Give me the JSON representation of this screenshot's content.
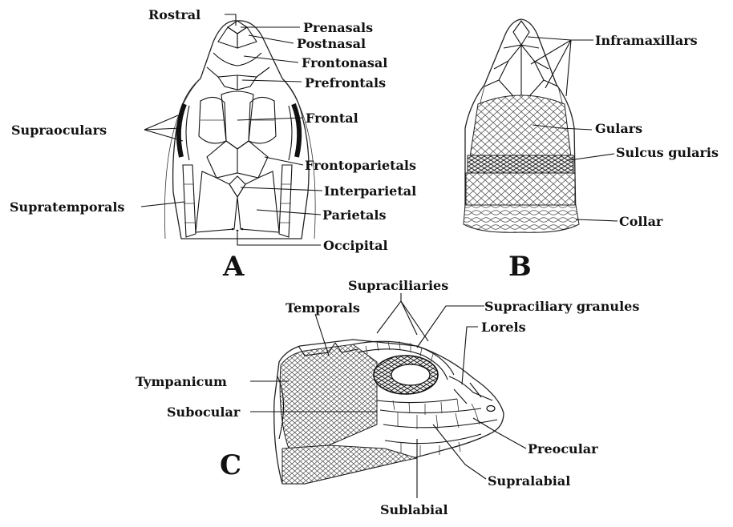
{
  "figure": {
    "panels": {
      "a": "A",
      "b": "B",
      "c": "C"
    },
    "labels_a": {
      "rostral": "Rostral",
      "prenasals": "Prenasals",
      "postnasal": "Postnasal",
      "frontonasal": "Frontonasal",
      "prefrontals": "Prefrontals",
      "frontal": "Frontal",
      "supraoculars": "Supraoculars",
      "frontoparietals": "Frontoparietals",
      "interparietal": "Interparietal",
      "supratemporals": "Supratemporals",
      "parietals": "Parietals",
      "occipital": "Occipital"
    },
    "labels_b": {
      "inframaxillars": "Inframaxillars",
      "gulars": "Gulars",
      "sulcus_gularis": "Sulcus gularis",
      "collar": "Collar"
    },
    "labels_c": {
      "supraciliaries": "Supraciliaries",
      "supraciliary_granules": "Supraciliary granules",
      "temporals": "Temporals",
      "lorels": "Lorels",
      "tympanicum": "Tympanicum",
      "subocular": "Subocular",
      "preocular": "Preocular",
      "supralabial": "Supralabial",
      "sublabial": "Sublabial"
    }
  }
}
